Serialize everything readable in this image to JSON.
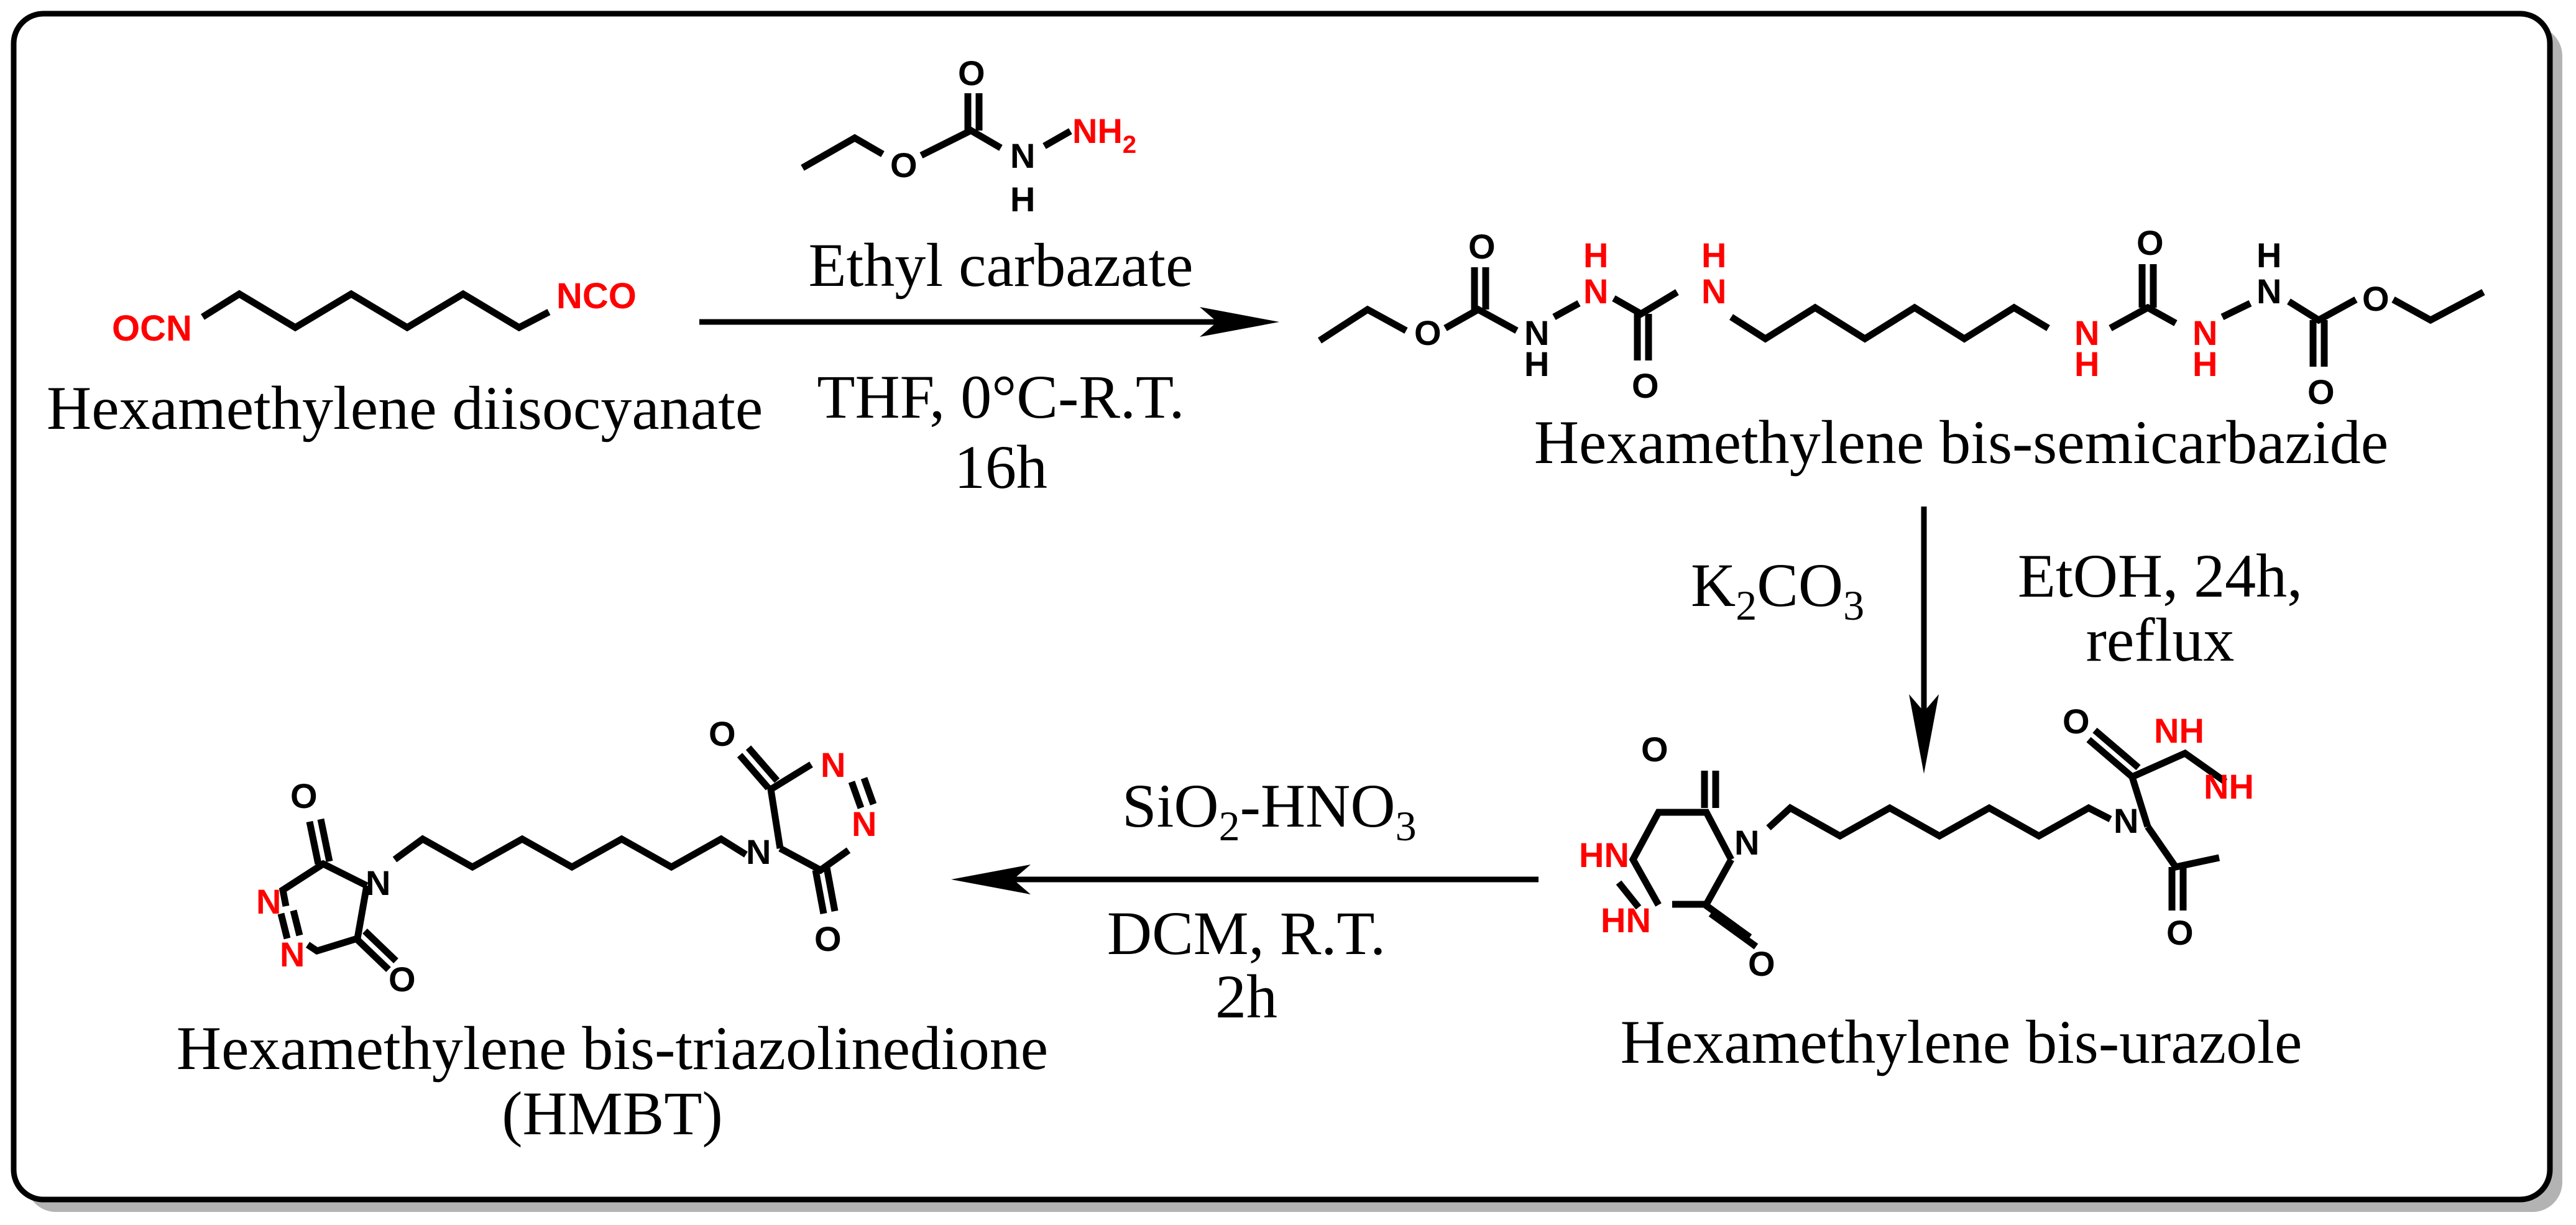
{
  "compounds": {
    "diisocyanate": {
      "name": "Hexamethylene diisocyanate",
      "group_left": "OCN",
      "group_right": "NCO"
    },
    "reagent": {
      "name": "Ethyl carbazate",
      "atom_o": "O",
      "atom_nh_n": "N",
      "atom_nh_h": "H",
      "atom_nh2": "NH",
      "atom_nh2_sub": "2"
    },
    "semicarbazide": {
      "name": "Hexamethylene bis-semicarbazide",
      "atom_o": "O",
      "atom_n": "N",
      "atom_h": "H"
    },
    "urazole": {
      "name": "Hexamethylene bis-urazole",
      "atom_o": "O",
      "atom_n": "N",
      "atom_nh": "NH",
      "atom_hn": "HN"
    },
    "hmbt": {
      "name": "Hexamethylene bis-triazolinedione",
      "abbr": "(HMBT)",
      "atom_o": "O",
      "atom_n": "N"
    }
  },
  "steps": {
    "step1": {
      "conditions_line1": "THF, 0°C-R.T.",
      "conditions_line2": "16h"
    },
    "step2": {
      "reagent_k": "K",
      "reagent_k_sub": "2",
      "reagent_co": "CO",
      "reagent_co_sub": "3",
      "conditions_line1": "EtOH, 24h,",
      "conditions_line2": "reflux"
    },
    "step3": {
      "reagent_si": "SiO",
      "reagent_si_sub": "2",
      "reagent_hno": "-HNO",
      "reagent_hno_sub": "3",
      "conditions_line1": "DCM, R.T.",
      "conditions_line2": "2h"
    }
  },
  "colors": {
    "heteroatom_highlight": "#ff0000",
    "bonds": "#000000",
    "frame": "#000000",
    "frame_shadow": "#b3b3b3"
  }
}
